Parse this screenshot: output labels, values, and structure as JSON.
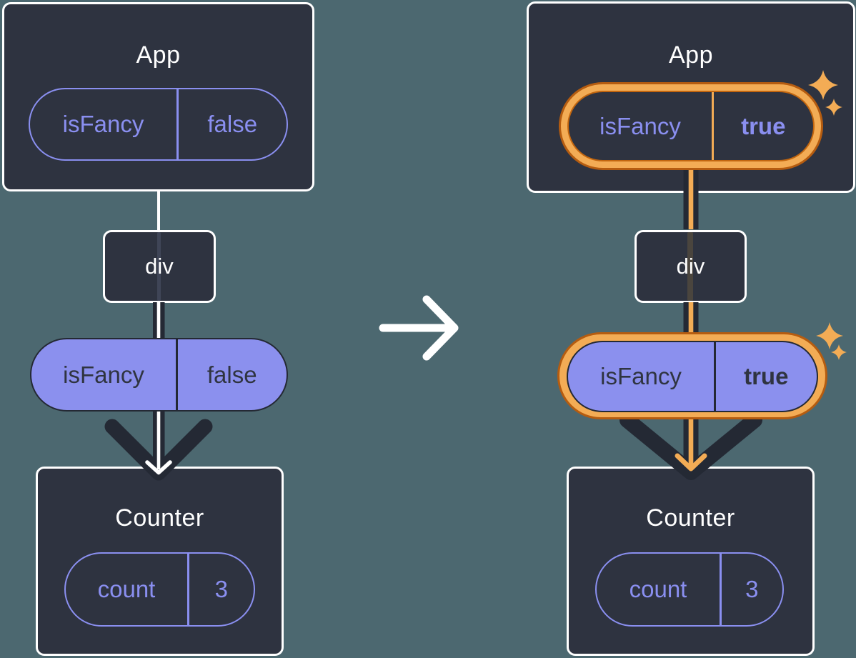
{
  "background_color": "#4C6870",
  "colors": {
    "surface": "#2E3340",
    "box_border": "#FFFFFF",
    "purple_fill": "#8B90EE",
    "purple_outline_text": "#8A8FF0",
    "dark_arrow": "#242934",
    "highlight_orange_light": "#F3AC55",
    "highlight_orange_dark": "#B55C10"
  },
  "before": {
    "app": {
      "title": "App",
      "state": {
        "name": "isFancy",
        "value": "false"
      }
    },
    "div": {
      "label": "div"
    },
    "passed_prop": {
      "name": "isFancy",
      "value": "false"
    },
    "counter": {
      "title": "Counter",
      "state": {
        "name": "count",
        "value": "3"
      }
    }
  },
  "after": {
    "app": {
      "title": "App",
      "state": {
        "name": "isFancy",
        "value": "true"
      }
    },
    "div": {
      "label": "div"
    },
    "passed_prop": {
      "name": "isFancy",
      "value": "true"
    },
    "counter": {
      "title": "Counter",
      "state": {
        "name": "count",
        "value": "3"
      }
    }
  }
}
